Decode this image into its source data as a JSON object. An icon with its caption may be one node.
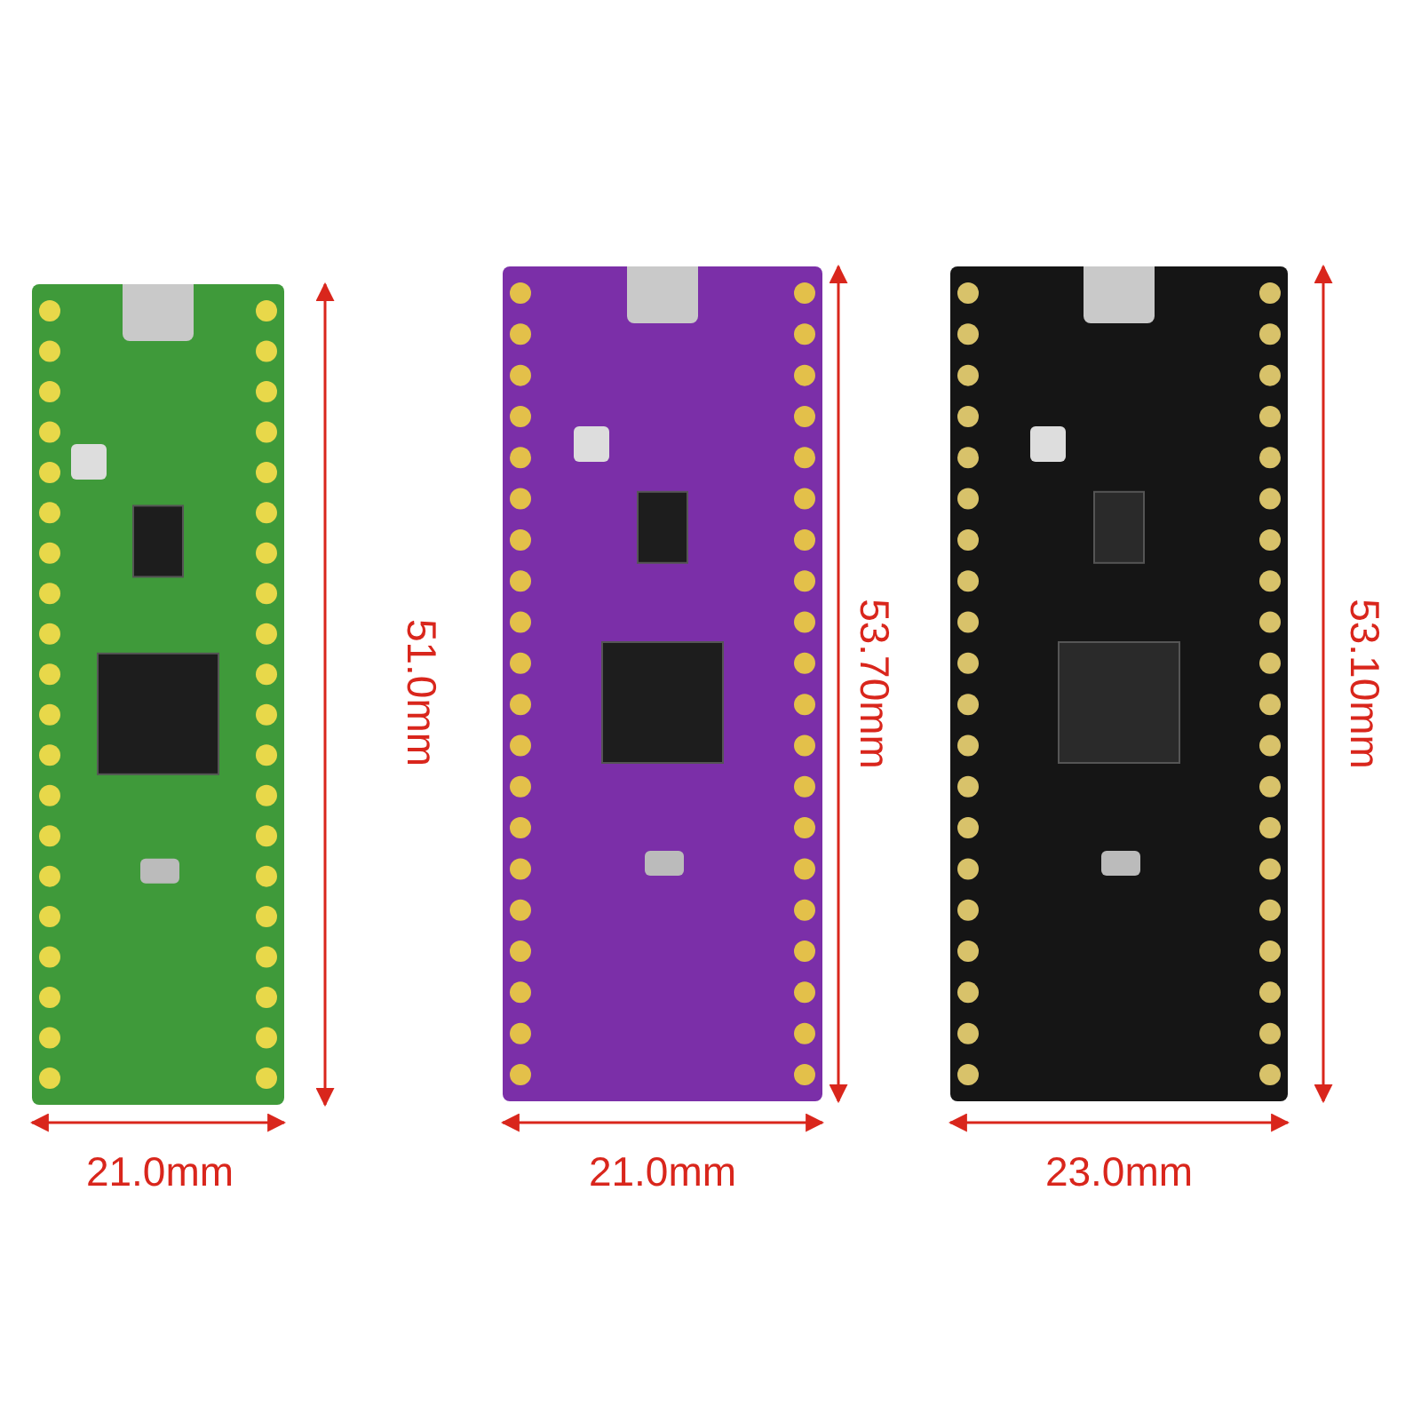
{
  "diagram": {
    "labels": [
      "51.0mm",
      "21.0mm",
      "53.70mm",
      "21.0mm",
      "53.10mm",
      "23.0mm"
    ]
  }
}
